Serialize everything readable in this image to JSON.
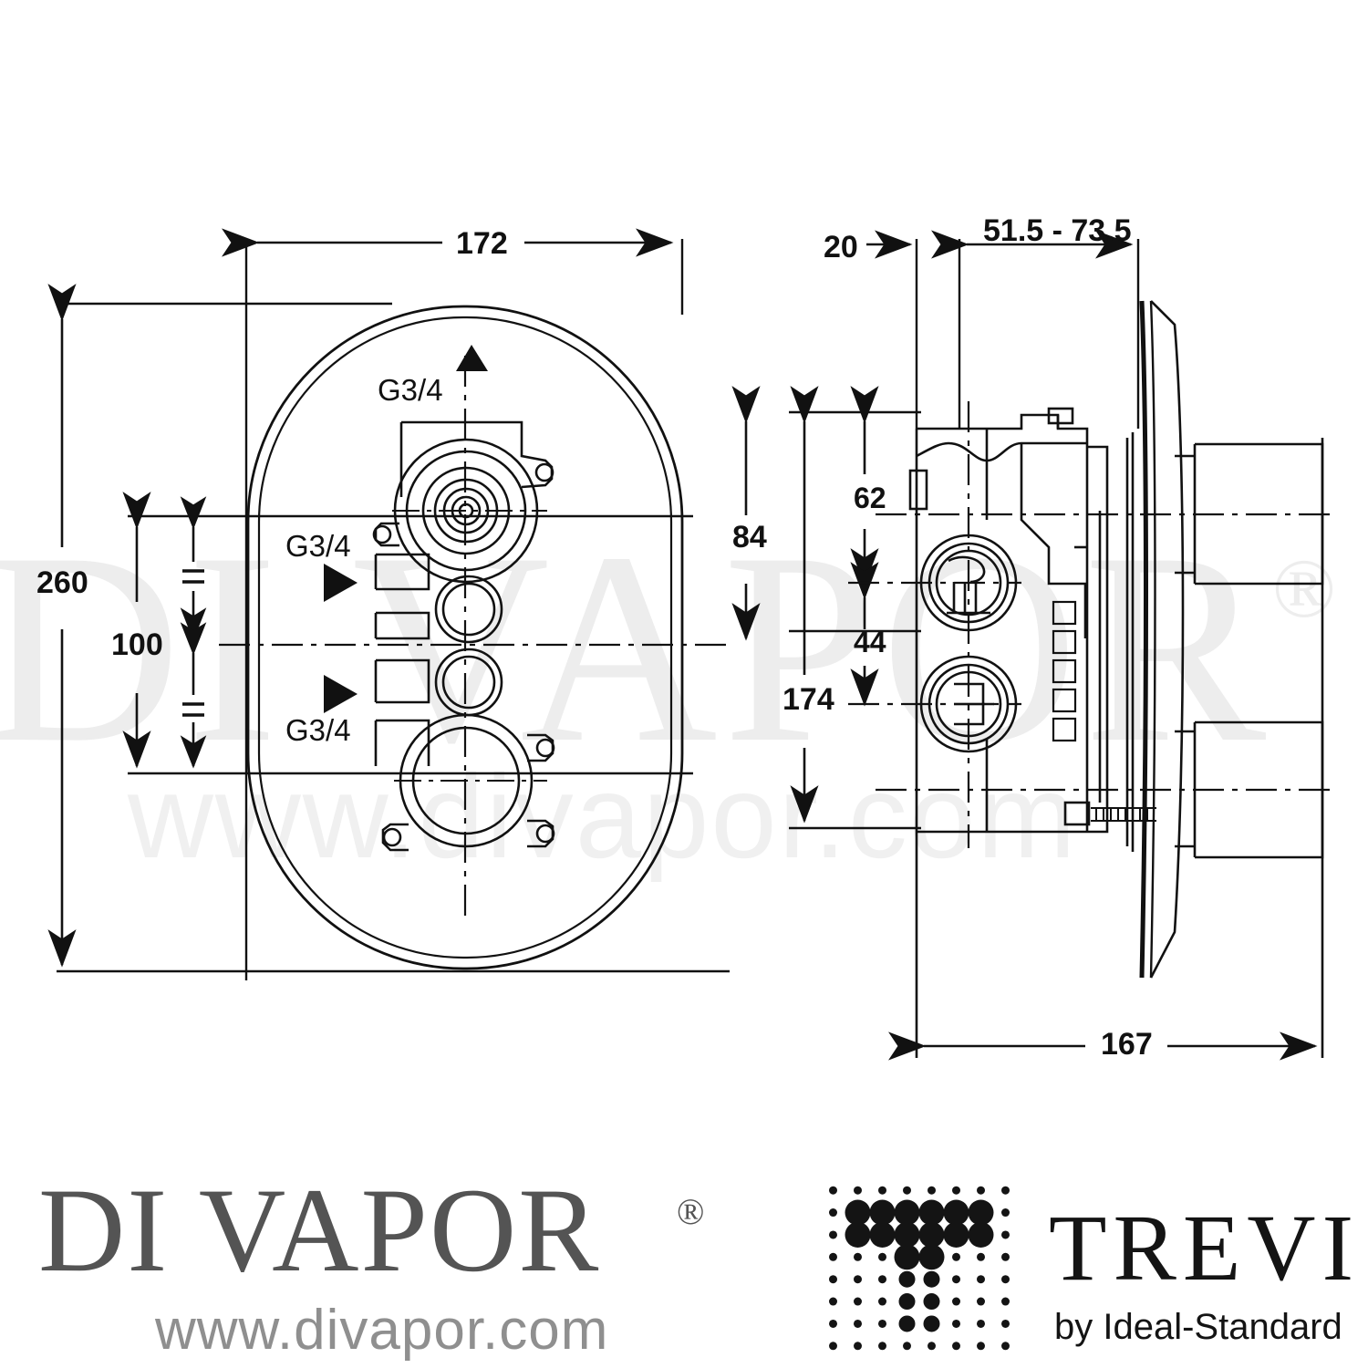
{
  "document": {
    "type": "technical-dimension-drawing",
    "subject": "Trevi concealed thermostatic shower valve",
    "units": "mm"
  },
  "front_view": {
    "name": "front-elevation",
    "dimensions": {
      "width": "172",
      "height": "260",
      "centres": "100"
    },
    "port_labels": [
      {
        "text": "G3/4",
        "marker": "triangle-up",
        "position": "top"
      },
      {
        "text": "G3/4",
        "marker": "triangle-right",
        "position": "middle-left"
      },
      {
        "text": "G3/4",
        "marker": "triangle-right",
        "position": "lower-left"
      }
    ]
  },
  "side_view": {
    "name": "side-section",
    "dimensions": {
      "wall_offset": "20",
      "projection_range": "51.5 - 73.5",
      "upper_height": "84",
      "overall_height": "174",
      "port_top": "62",
      "port_spacing": "44",
      "overall_depth": "167"
    }
  },
  "watermark": {
    "brand": "DI VAPOR",
    "url": "www.divapor.com",
    "registered": "®"
  },
  "footer": {
    "divapor": {
      "name": "DI VAPOR",
      "registered": "®",
      "url": "www.divapor.com"
    },
    "trevi": {
      "name": "TREVI",
      "tagline": "by Ideal-Standard",
      "dot_matrix": {
        "cols": 8,
        "rows": 8,
        "small_r": 4.5,
        "mid_r": 9,
        "large_r": 14,
        "pattern": [
          [
            1,
            1,
            1,
            1,
            1,
            1,
            1,
            1
          ],
          [
            1,
            3,
            3,
            3,
            3,
            3,
            3,
            1
          ],
          [
            1,
            3,
            3,
            3,
            3,
            3,
            3,
            1
          ],
          [
            1,
            1,
            1,
            3,
            3,
            1,
            1,
            1
          ],
          [
            1,
            1,
            1,
            2,
            2,
            1,
            1,
            1
          ],
          [
            1,
            1,
            1,
            2,
            2,
            1,
            1,
            1
          ],
          [
            1,
            1,
            1,
            2,
            2,
            1,
            1,
            1
          ],
          [
            1,
            1,
            1,
            1,
            1,
            1,
            1,
            1
          ]
        ]
      }
    }
  },
  "colors": {
    "line": "#111111",
    "watermark": "#ededed",
    "logo_grey": "#545454",
    "url_grey": "#8f8f8f",
    "trevi_black": "#141414"
  }
}
